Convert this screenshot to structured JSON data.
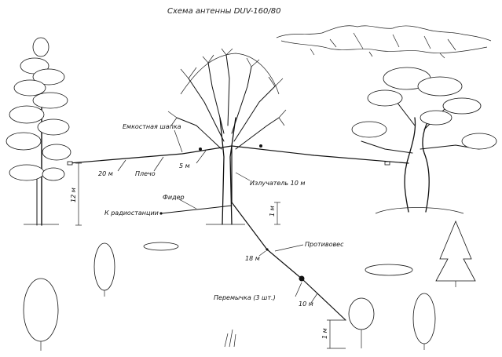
{
  "title": "Схема антенны DUV-160/80",
  "labels": {
    "capacity_hat": "Емкостная шапка",
    "arm": "Плечо",
    "len_20": "20 м",
    "len_5": "5 м",
    "radiator": "Излучатель 10 м",
    "feeder": "Фидер",
    "to_radio": "К радиостанции",
    "height_12": "12 м",
    "height_1_top": "1 м",
    "counterpoise": "Противовес",
    "len_18": "18 м",
    "jumper": "Перемычка (3 шт.)",
    "len_10": "10 м",
    "height_1_bottom": "1 м"
  },
  "icons": {
    "tree_left": "pine-tree-icon",
    "tree_center": "deciduous-tree-icon",
    "tree_right": "oak-tree-icon",
    "mountains": "mountains-icon"
  },
  "colors": {
    "ink": "#111111",
    "background": "#ffffff"
  }
}
